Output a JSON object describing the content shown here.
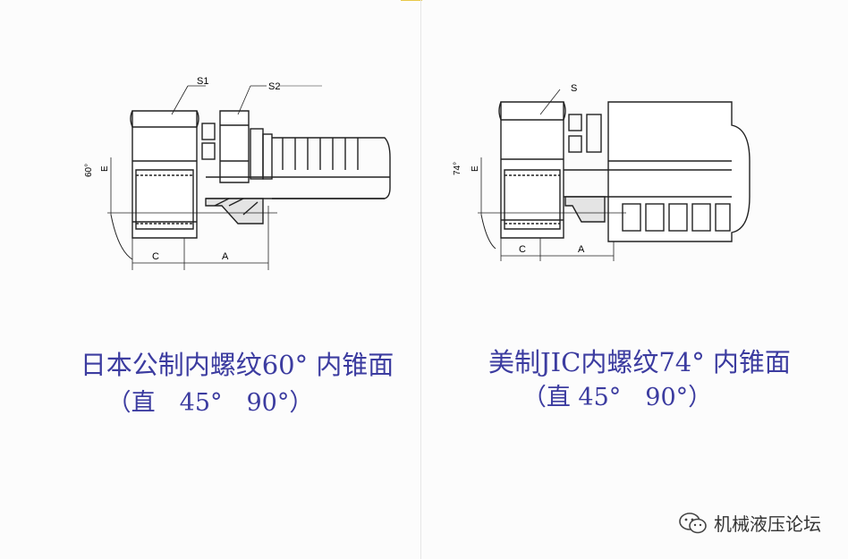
{
  "left": {
    "labels": {
      "s1": "S1",
      "s2": "S2",
      "angle": "60°",
      "e": "E",
      "c": "C",
      "a": "A"
    },
    "caption_line1": "日本公制内螺纹60° 内锥面",
    "caption_line2": "（直　45°　90°）"
  },
  "right": {
    "labels": {
      "s": "S",
      "angle": "74°",
      "e": "E",
      "c": "C",
      "a": "A"
    },
    "caption_line1": "美制JIC内螺纹74° 内锥面",
    "caption_line2": "（直 45°　90°）"
  },
  "watermark": {
    "text": "机械液压论坛",
    "icon": "wechat-icon"
  }
}
